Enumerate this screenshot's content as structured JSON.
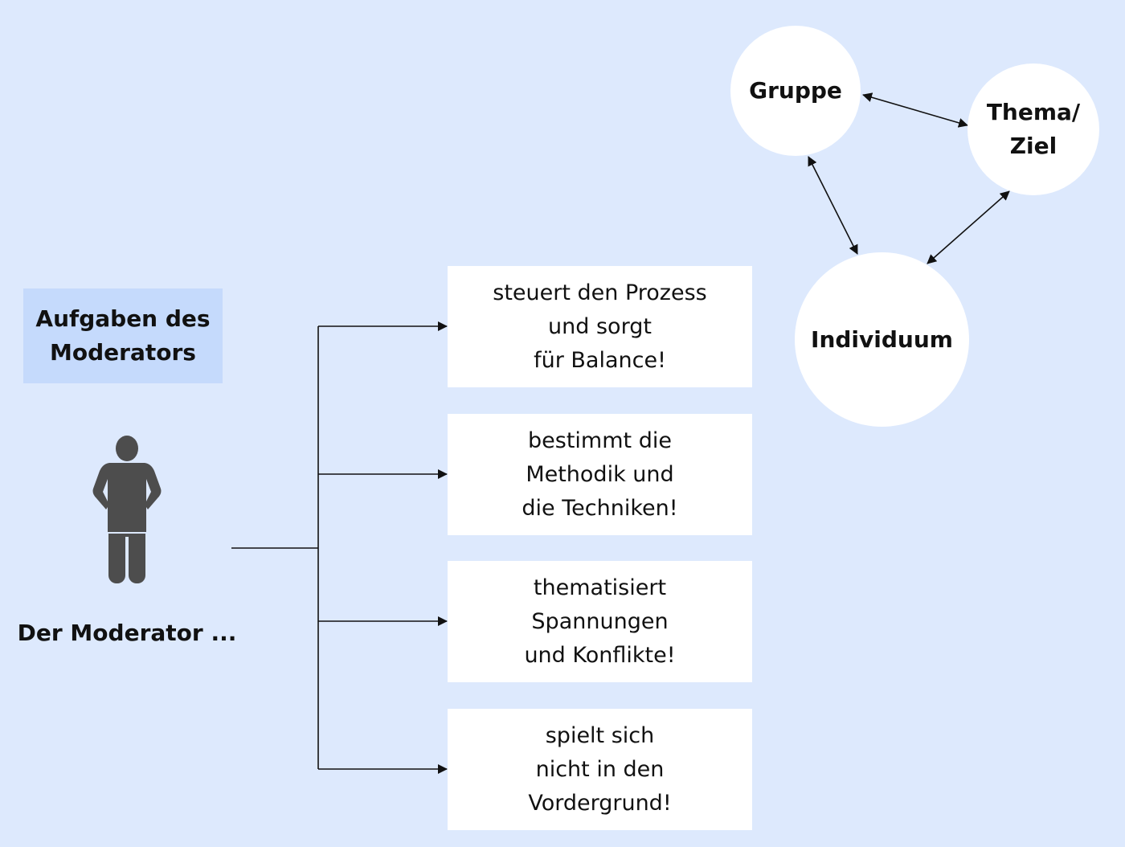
{
  "title": "Aufgaben des\nModerators",
  "person_icon": "person-hands-on-hips-icon",
  "caption": "Der Moderator ...",
  "tasks": [
    "steuert den Prozess\nund sorgt\nfür Balance!",
    "bestimmt die\nMethodik und\ndie Techniken!",
    "thematisiert\nSpannungen\nund Konflikte!",
    "spielt sich\nnicht in den\nVordergrund!"
  ],
  "triangle": {
    "gruppe": "Gruppe",
    "thema": "Thema/\nZiel",
    "individuum": "Individuum"
  },
  "colors": {
    "background": "#dde9fd",
    "title_box": "#c5dafc",
    "person": "#4d4d4d",
    "boxes": "#ffffff",
    "lines": "#111111"
  }
}
